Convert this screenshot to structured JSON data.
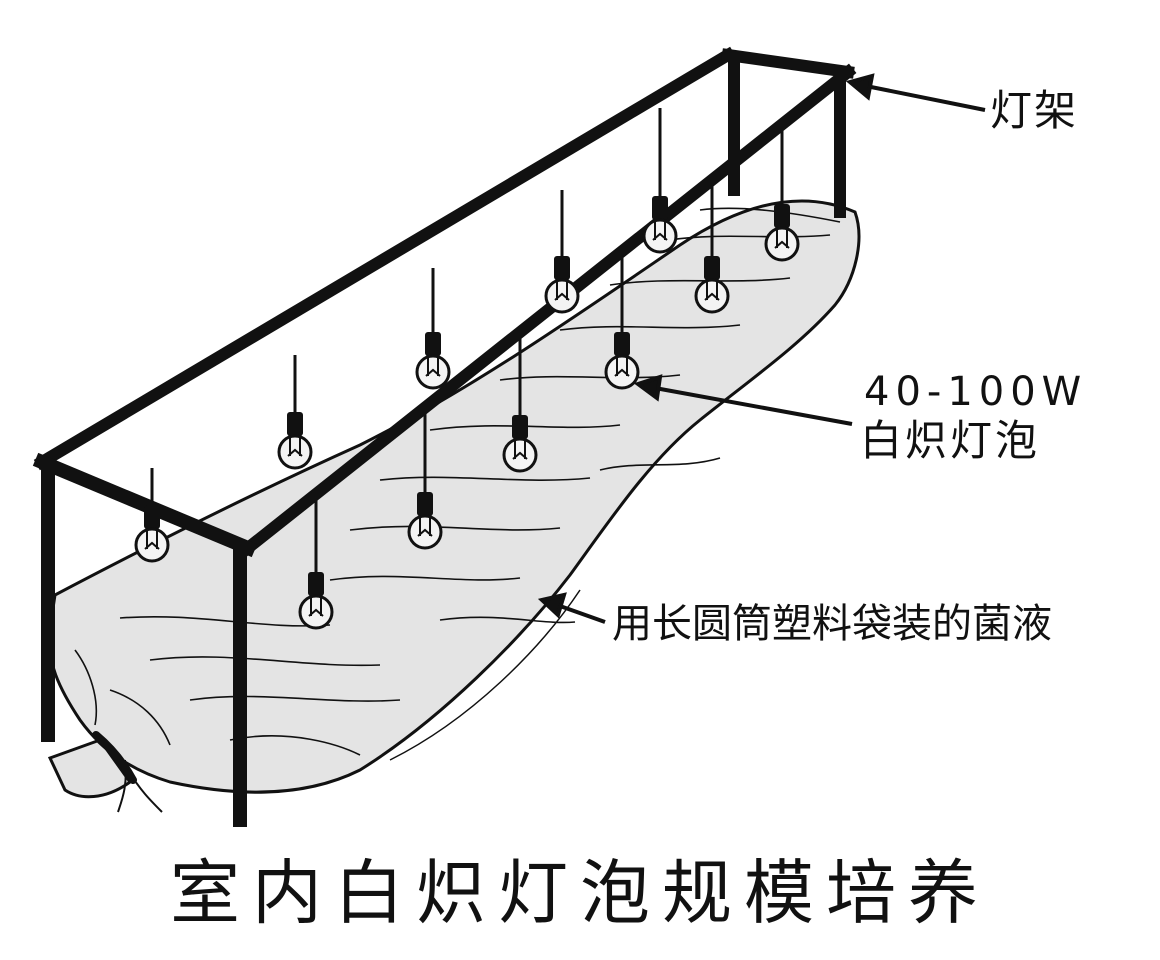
{
  "labels": {
    "frame": "灯架",
    "bulb_power": "40-100W",
    "bulb_name": "白炽灯泡",
    "bag": "用长圆筒塑料袋装的菌液"
  },
  "caption": "室内白炽灯泡规模培养",
  "colors": {
    "line": "#111111",
    "bag_fill": "#e4e4e4",
    "bulb_fill": "#f4f4f4",
    "background": "#ffffff"
  }
}
